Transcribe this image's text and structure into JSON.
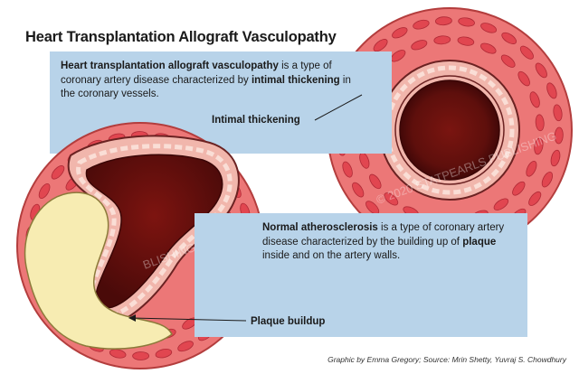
{
  "title": "Heart Transplantation Allograft Vasculopathy",
  "top_description": {
    "term": "Heart transplantation allograft vasculopathy",
    "text1": " is a type of coronary artery disease characterized by ",
    "emphasis": "intimal thickening",
    "text2": " in the coronary vessels."
  },
  "bottom_description": {
    "term": "Normal atherosclerosis",
    "text1": " is a type of coronary artery disease characterized by the building up of ",
    "emphasis": "plaque",
    "text2": " inside and on the artery walls."
  },
  "labels": {
    "intimal_thickening": "Intimal thickening",
    "plaque_buildup": "Plaque buildup"
  },
  "watermark": "© 2020 STATPEARLS PUBLISHING",
  "watermark_partial": "BLISHING",
  "credit": "Graphic by Emma Gregory; Source: Mrin Shetty, Yuvraj S. Chowdhury",
  "colors": {
    "vessel_wall": "#ec7777",
    "wall_cells": "#e14650",
    "intima": "#f1b6ac",
    "intima_segments": "#faded6",
    "lumen": "#5e0f0c",
    "plaque": "#f7ecb2",
    "text_box": "#b8d3e9"
  }
}
